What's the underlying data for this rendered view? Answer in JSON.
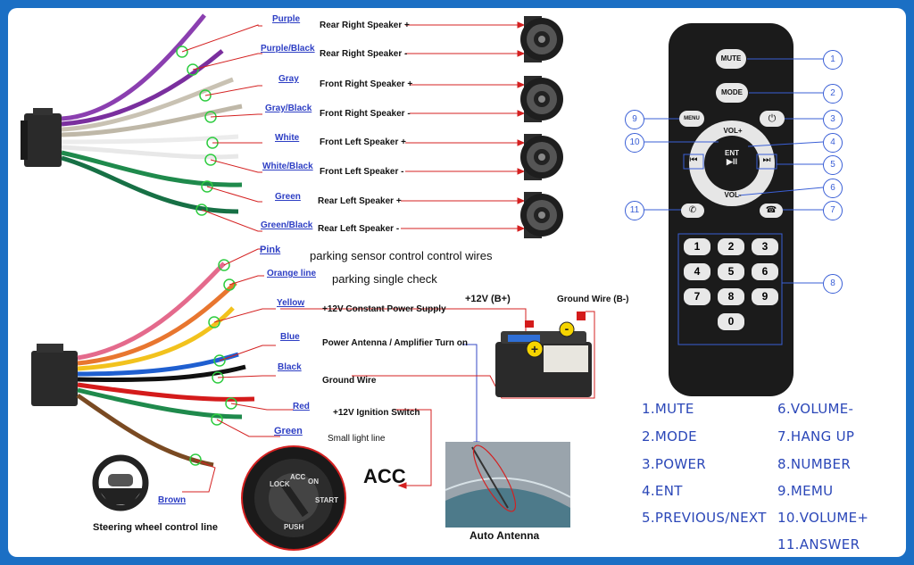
{
  "speaker_wires": [
    {
      "color": "Purple",
      "label": "Rear Right Speaker +"
    },
    {
      "color": "Purple/Black",
      "label": "Rear Right Speaker -"
    },
    {
      "color": "Gray",
      "label": "Front Right Speaker +"
    },
    {
      "color": "Gray/Black",
      "label": "Front Right Speaker -"
    },
    {
      "color": "White",
      "label": "Front Left Speaker +"
    },
    {
      "color": "White/Black",
      "label": "Front Left Speaker -"
    },
    {
      "color": "Green",
      "label": "Rear Left Speaker +"
    },
    {
      "color": "Green/Black",
      "label": "Rear Left Speaker -"
    }
  ],
  "power_wires": [
    {
      "color": "Pink",
      "label": "parking sensor control control wires"
    },
    {
      "color": "Orange line",
      "label": "parking single check"
    },
    {
      "color": "Yellow",
      "label": "+12V Constant Power Supply"
    },
    {
      "color": "Blue",
      "label": "Power Antenna / Amplifier Turn on"
    },
    {
      "color": "Black",
      "label": "Ground Wire"
    },
    {
      "color": "Red",
      "label": "+12V  Ignition Switch"
    },
    {
      "color": "Green",
      "label": "Small light line"
    },
    {
      "color": "Brown",
      "label": ""
    }
  ],
  "battery": {
    "positive": "+12V  (B+)",
    "negative": "Ground Wire (B-)"
  },
  "acc_label": "ACC",
  "ignition_text": {
    "lock": "LOCK",
    "acc": "ACC",
    "on": "ON",
    "start": "START",
    "push": "PUSH"
  },
  "steering_caption": "Steering wheel control line",
  "antenna_caption": "Auto Antenna",
  "remote": {
    "mute": "MUTE",
    "mode": "MODE",
    "menu": "MENU",
    "vol_up": "VOL+",
    "vol_down": "VOL-",
    "ent": "ENT",
    "play": "▶II",
    "prev": "⏮",
    "next": "⏭",
    "keys": [
      "1",
      "2",
      "3",
      "4",
      "5",
      "6",
      "7",
      "8",
      "9",
      "0"
    ],
    "callouts": [
      "1",
      "2",
      "3",
      "4",
      "5",
      "6",
      "7",
      "8",
      "9",
      "10",
      "11"
    ]
  },
  "legend_left": [
    "1.MUTE",
    "2.MODE",
    "3.POWER",
    "4.ENT",
    "5.PREVIOUS/NEXT"
  ],
  "legend_right": [
    "6.VOLUME-",
    "7.HANG UP",
    "8.NUMBER",
    "9.MEMU",
    "10.VOLUME+",
    "11.ANSWER"
  ]
}
